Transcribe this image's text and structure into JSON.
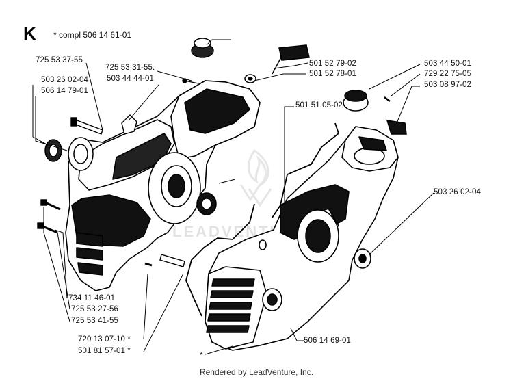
{
  "section_letter": "K",
  "compl_note": "* compl 506 14 61-01",
  "watermark_text": "LEADVENTURE",
  "footer": "Rendered by LeadVenture, Inc.",
  "parts": {
    "p_725533755": "725 53 37-55",
    "p_725533155": "725 53 31-55.",
    "p_503444401": "503 44 44-01",
    "p_503260204_left": "503 26 02-04",
    "p_506147901": "506 14 79-01",
    "p_501527902": "501 52 79-02",
    "p_501527801": "501 52 78-01",
    "p_501510502": "501 51 05-02",
    "p_503445001": "503 44 50-01",
    "p_729227505": "729 22 75-05",
    "p_503089702": "503 08 97-02",
    "p_503260204_right": "503 26 02-04",
    "p_734114601": "734 11 46-01",
    "p_725532756": "725 53 27-56",
    "p_725534155": "725 53 41-55",
    "p_720130710": "720 13 07-10 *",
    "p_501815701": "501 81 57-01 *",
    "p_506146901": "506 14 69-01",
    "star_marker": "*"
  },
  "colors": {
    "ink": "#000000",
    "watermark": "#e2e2e2"
  }
}
